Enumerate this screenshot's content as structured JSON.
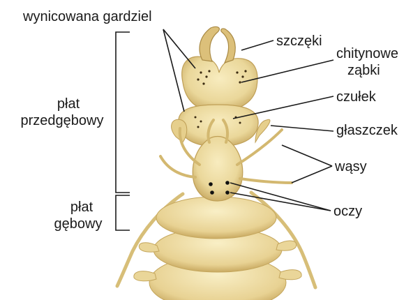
{
  "diagram": {
    "labels": {
      "gardziel": "wynicowana gardziel",
      "szczeki": "szczęki",
      "zabki_1": "chitynowe",
      "zabki_2": "ząbki",
      "czulek": "czułek",
      "glaszczek": "głaszczek",
      "wasy": "wąsy",
      "oczy": "oczy",
      "przedgebowy_1": "płat",
      "przedgebowy_2": "przedgębowy",
      "gebowy_1": "płat",
      "gebowy_2": "gębowy"
    },
    "colors": {
      "body": "#efdfa2",
      "body_shade": "#d9c27a",
      "body_dark": "#b89a52",
      "line": "#1a1a1a",
      "eye": "#111111"
    }
  }
}
